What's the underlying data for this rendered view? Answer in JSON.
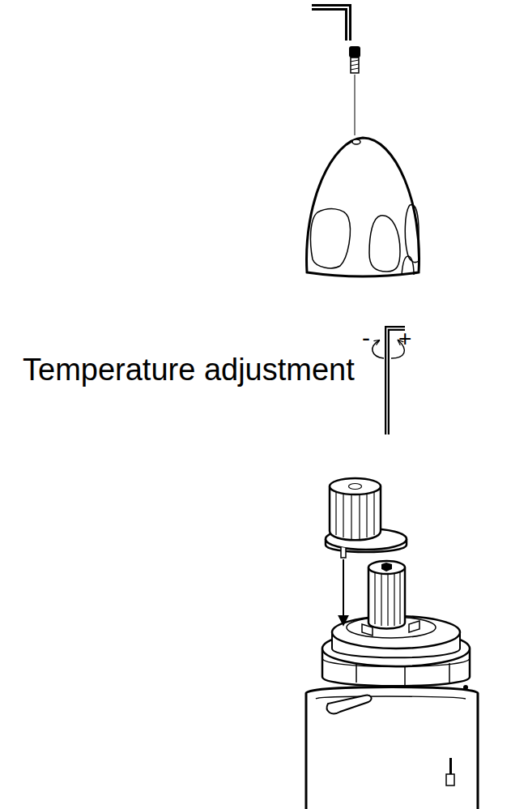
{
  "diagram": {
    "labels": [
      "Temperature adjustment",
      "-",
      "+"
    ]
  }
}
